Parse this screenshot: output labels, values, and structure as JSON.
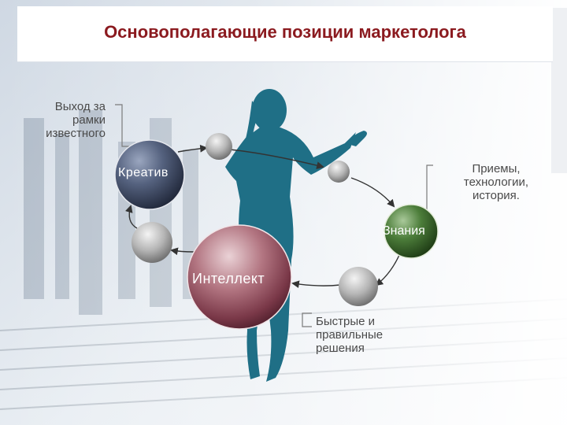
{
  "title": "Основополагающие  позиции маркетолога",
  "labels": {
    "beyond": [
      "Выход за",
      "рамки",
      "известного"
    ],
    "methods": [
      "Приемы,",
      "технологии,",
      "история."
    ],
    "decisions": [
      "Быстрые и",
      "правильные",
      "решения"
    ]
  },
  "nodes": {
    "creative": "Креатив",
    "knowledge": "Знания",
    "intellect": "Интеллект"
  },
  "colors": {
    "title": "#8b1a1f",
    "creative_sphere": "#3f4d6a",
    "knowledge_sphere": "#3c6b2c",
    "intellect_sphere": "#7a2a3a",
    "connector_sphere": "#9a9a9a",
    "silhouette": "#1f6f86"
  }
}
